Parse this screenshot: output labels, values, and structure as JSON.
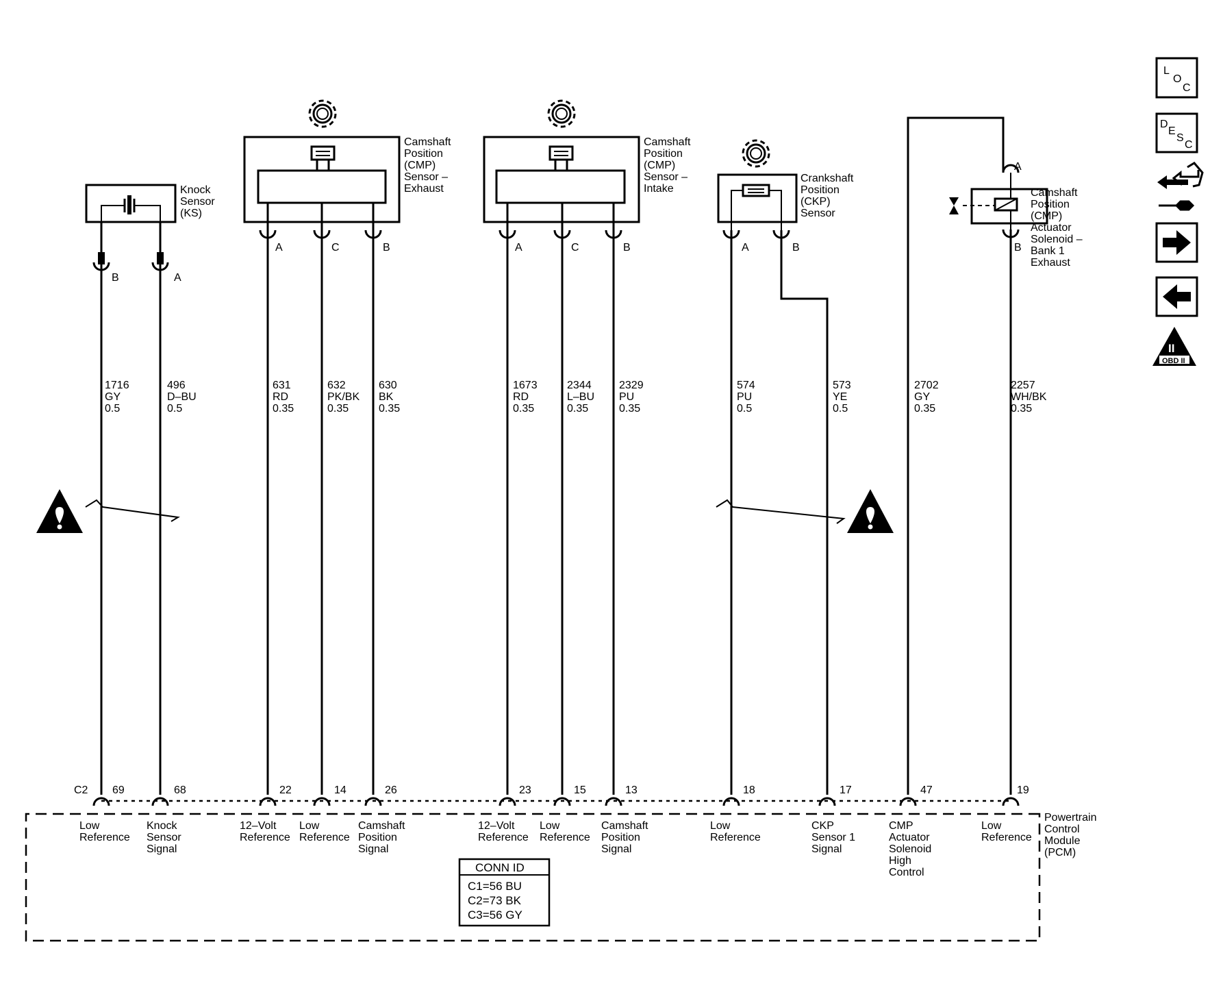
{
  "components": {
    "knock_sensor": [
      "Knock",
      "Sensor",
      "(KS)"
    ],
    "cmp_exhaust": [
      "Camshaft",
      "Position",
      "(CMP)",
      "Sensor –",
      "Exhaust"
    ],
    "cmp_intake": [
      "Camshaft",
      "Position",
      "(CMP)",
      "Sensor –",
      "Intake"
    ],
    "ckp_sensor": [
      "Crankshaft",
      "Position",
      "(CKP)",
      "Sensor"
    ],
    "cmp_actuator": [
      "Camshaft",
      "Position",
      "(CMP)",
      "Actuator",
      "Solenoid –",
      "Bank 1",
      "Exhaust"
    ],
    "pcm": [
      "Powertrain",
      "Control",
      "Module",
      "(PCM)"
    ]
  },
  "pins": {
    "ks_b": "B",
    "ks_a": "A",
    "cmpe_a": "A",
    "cmpe_c": "C",
    "cmpe_b": "B",
    "cmpi_a": "A",
    "cmpi_c": "C",
    "cmpi_b": "B",
    "ckp_a": "A",
    "ckp_b": "B",
    "act_a": "A",
    "act_b": "B"
  },
  "wires": [
    {
      "circuit": "1716",
      "color": "GY",
      "gauge": "0.5",
      "pcm_pin": "69",
      "function": [
        "Low",
        "Reference"
      ]
    },
    {
      "circuit": "496",
      "color": "D–BU",
      "gauge": "0.5",
      "pcm_pin": "68",
      "function": [
        "Knock",
        "Sensor",
        "Signal"
      ]
    },
    {
      "circuit": "631",
      "color": "RD",
      "gauge": "0.35",
      "pcm_pin": "22",
      "function": [
        "12–Volt",
        "Reference"
      ]
    },
    {
      "circuit": "632",
      "color": "PK/BK",
      "gauge": "0.35",
      "pcm_pin": "14",
      "function": [
        "Low",
        "Reference"
      ]
    },
    {
      "circuit": "630",
      "color": "BK",
      "gauge": "0.35",
      "pcm_pin": "26",
      "function": [
        "Camshaft",
        "Position",
        "Signal"
      ]
    },
    {
      "circuit": "1673",
      "color": "RD",
      "gauge": "0.35",
      "pcm_pin": "23",
      "function": [
        "12–Volt",
        "Reference"
      ]
    },
    {
      "circuit": "2344",
      "color": "L–BU",
      "gauge": "0.35",
      "pcm_pin": "15",
      "function": [
        "Low",
        "Reference"
      ]
    },
    {
      "circuit": "2329",
      "color": "PU",
      "gauge": "0.35",
      "pcm_pin": "13",
      "function": [
        "Camshaft",
        "Position",
        "Signal"
      ]
    },
    {
      "circuit": "574",
      "color": "PU",
      "gauge": "0.5",
      "pcm_pin": "18",
      "function": [
        "Low",
        "Reference"
      ]
    },
    {
      "circuit": "573",
      "color": "YE",
      "gauge": "0.5",
      "pcm_pin": "17",
      "function": [
        "CKP",
        "Sensor 1",
        "Signal"
      ]
    },
    {
      "circuit": "2702",
      "color": "GY",
      "gauge": "0.35",
      "pcm_pin": "47",
      "function": [
        "CMP",
        "Actuator",
        "Solenoid",
        "High",
        "Control"
      ]
    },
    {
      "circuit": "2257",
      "color": "WH/BK",
      "gauge": "0.35",
      "pcm_pin": "19",
      "function": [
        "Low",
        "Reference"
      ]
    }
  ],
  "pcm_connector": "C2",
  "conn_id": {
    "title": "CONN ID",
    "rows": [
      "C1=56 BU",
      "C2=73 BK",
      "C3=56 GY"
    ]
  },
  "nav": {
    "loc": [
      "L",
      "O",
      "C"
    ],
    "desc": [
      "D",
      "E",
      "S",
      "C"
    ],
    "obd_label": "OBD II",
    "obd_numeral": "II"
  }
}
